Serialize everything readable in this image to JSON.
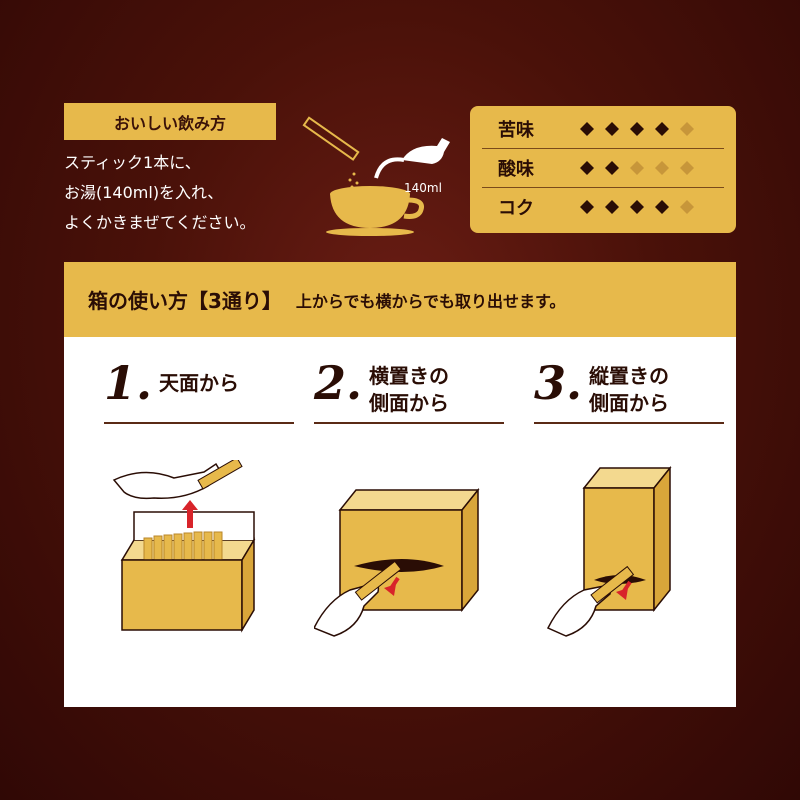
{
  "howto": {
    "title": "おいしい飲み方",
    "lines": [
      "スティック1本に、",
      "お湯(140ml)を入れ、",
      "よくかきまぜてください。"
    ],
    "volume": "140ml"
  },
  "taste": {
    "rows": [
      {
        "label": "苦味",
        "level": 4,
        "max": 5
      },
      {
        "label": "酸味",
        "level": 2,
        "max": 5
      },
      {
        "label": "コク",
        "level": 4,
        "max": 5
      }
    ]
  },
  "box": {
    "title": "箱の使い方【3通り】",
    "subtitle": "上からでも横からでも取り出せます。",
    "steps": [
      {
        "num": "1.",
        "label_line1": "天面から",
        "label_line2": ""
      },
      {
        "num": "2.",
        "label_line1": "横置きの",
        "label_line2": "側面から"
      },
      {
        "num": "3.",
        "label_line1": "縦置きの",
        "label_line2": "側面から"
      }
    ]
  },
  "colors": {
    "gold": "#e7b94b",
    "brown": "#2a0d05",
    "bg": "#4a1109",
    "arrow": "#d8242a"
  }
}
